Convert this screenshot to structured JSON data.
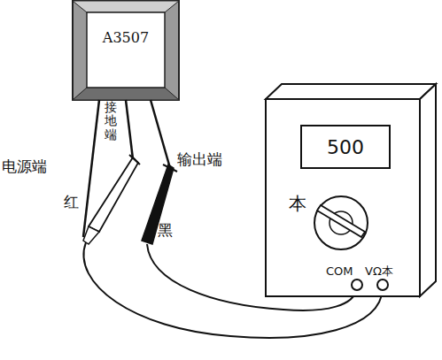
{
  "diagram": {
    "nodes": [
      {
        "text": [
          "A3507"
        ]
      },
      {
        "text": [
          "500"
        ]
      }
    ],
    "labels": [
      "电源端",
      "接地端",
      "输出端",
      "红",
      "黑",
      "本",
      "COM",
      "VΩ本"
    ]
  }
}
